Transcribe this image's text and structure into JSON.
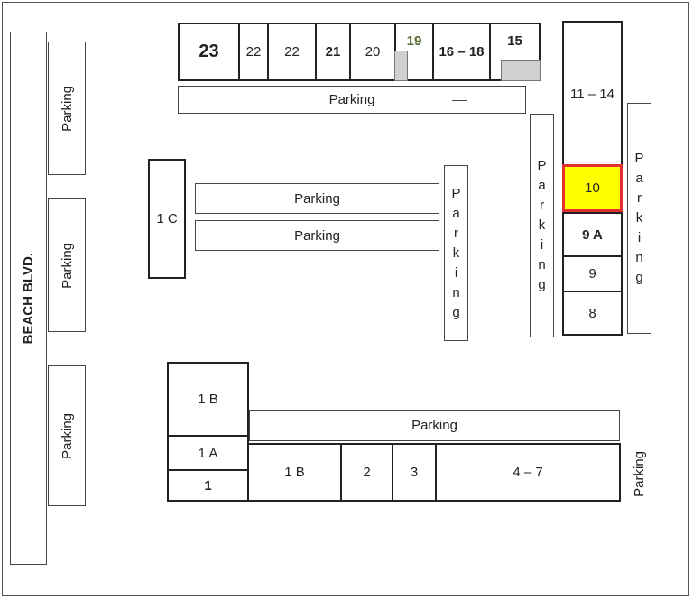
{
  "street": "BEACH BLVD.",
  "parking_label": "Parking",
  "units": {
    "u23": "23",
    "u22a": "22",
    "u22b": "22",
    "u21": "21",
    "u20": "20",
    "u19": "19",
    "u16_18": "16 – 18",
    "u15": "15",
    "u11_14": "11 – 14",
    "u10": "10",
    "u9a": "9 A",
    "u9": "9",
    "u8": "8",
    "u1c": "1 C",
    "u1b_top": "1 B",
    "u1a": "1 A",
    "u1": "1",
    "u1b_row": "1 B",
    "u2": "2",
    "u3": "3",
    "u4_7": "4 – 7"
  },
  "highlighted_unit": "10",
  "colors": {
    "highlight_fill": "#ffff00",
    "highlight_border": "#e23030",
    "line": "#222222"
  }
}
